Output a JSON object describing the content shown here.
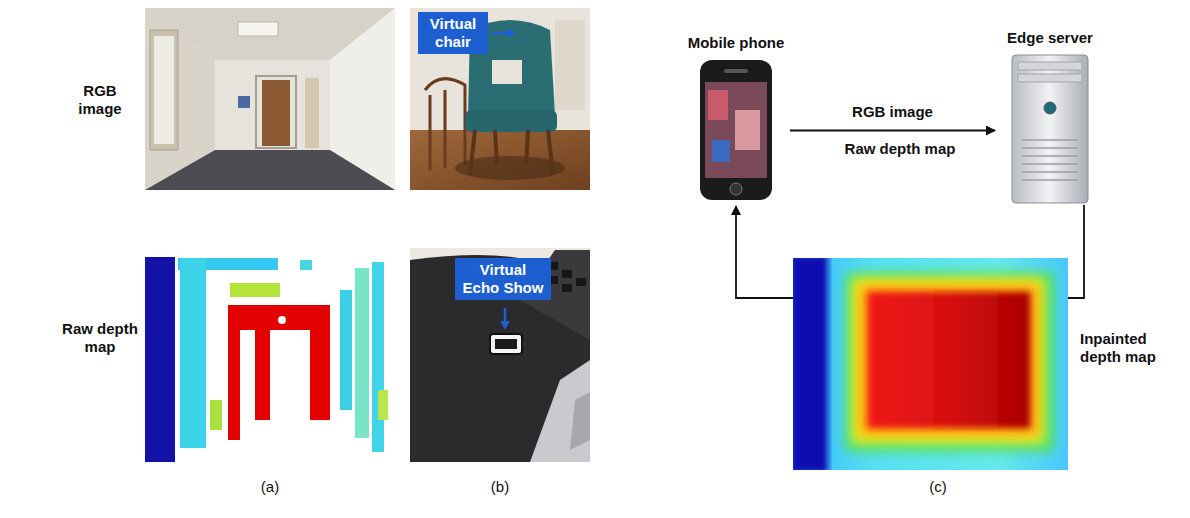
{
  "diagram": {
    "nodes": [
      {
        "text": [
          "Virtual chair"
        ]
      },
      {
        "text": [
          "Virtual Echo Show"
        ]
      },
      {
        "text": [
          "Mobile phone"
        ]
      },
      {
        "text": [
          "Edge server"
        ]
      },
      {
        "text": [
          "Inpainted depth map"
        ]
      }
    ],
    "edges": [
      {
        "from": 2,
        "to": 3,
        "label": "RGB image",
        "arrow": "to"
      },
      {
        "from": 3,
        "to": 4,
        "arrow": "none"
      },
      {
        "from": 4,
        "to": 2,
        "arrow": "to"
      }
    ],
    "labels": [
      "RGB image",
      "Raw depth map",
      "(a)",
      "(b)",
      "Raw depth map",
      "(c)"
    ]
  }
}
